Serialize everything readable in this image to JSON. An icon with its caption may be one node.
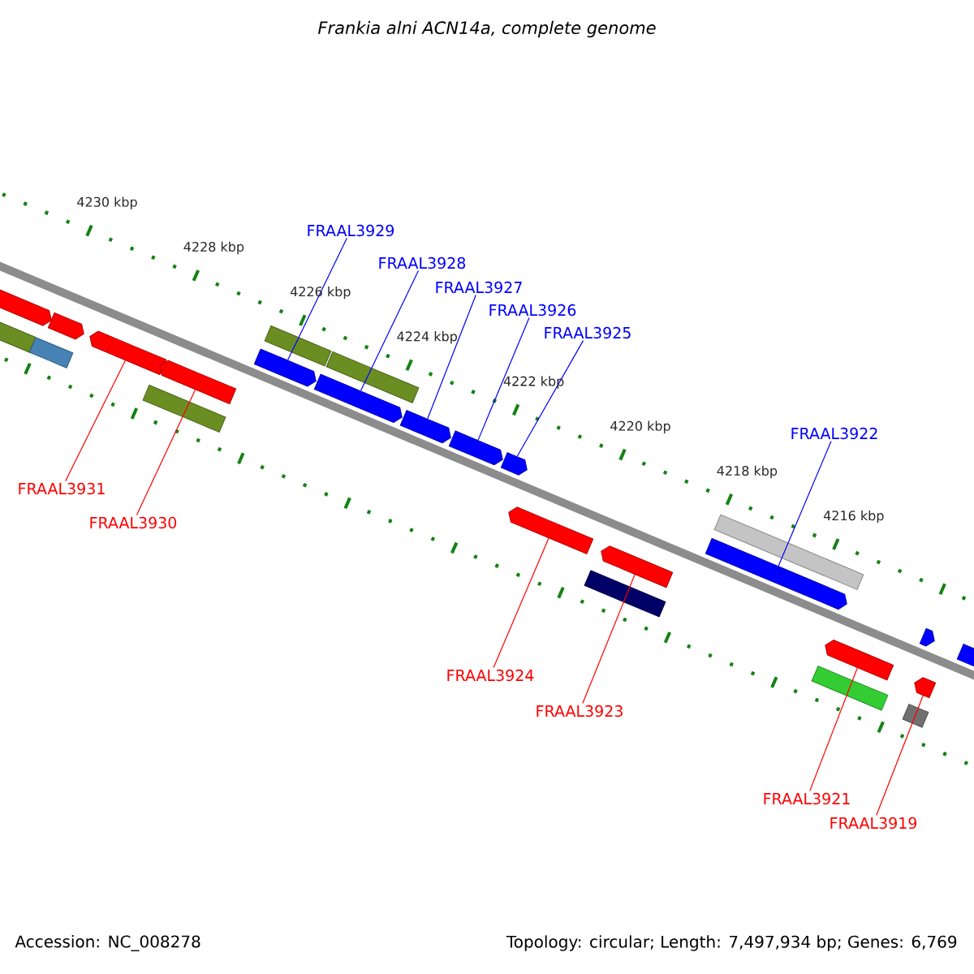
{
  "diagram": {
    "title": "Frankia alni ACN14a, complete genome",
    "nodes": [
      {
        "text": [
          "FRAAL3929"
        ]
      },
      {
        "text": [
          "FRAAL3928"
        ]
      },
      {
        "text": [
          "FRAAL3927"
        ]
      },
      {
        "text": [
          "FRAAL3926"
        ]
      },
      {
        "text": [
          "FRAAL3925"
        ]
      },
      {
        "text": [
          "FRAAL3922"
        ]
      },
      {
        "text": [
          "FRAAL3931"
        ]
      },
      {
        "text": [
          "FRAAL3930"
        ]
      },
      {
        "text": [
          "FRAAL3924"
        ]
      },
      {
        "text": [
          "FRAAL3923"
        ]
      },
      {
        "text": [
          "FRAAL3921"
        ]
      },
      {
        "text": [
          "FRAAL3919"
        ]
      },
      {
        "text": [],
        "shape": "arrow"
      },
      {
        "text": [],
        "shape": "bar"
      },
      {
        "text": [],
        "shape": "arrow"
      },
      {
        "text": [],
        "shape": "bar"
      },
      {
        "text": [],
        "shape": "arrow"
      },
      {
        "text": [],
        "shape": "bar"
      },
      {
        "text": [],
        "shape": "arrow"
      },
      {
        "text": [],
        "shape": "arrow"
      },
      {
        "text": [],
        "shape": "bar"
      },
      {
        "text": [],
        "shape": "arrow"
      },
      {
        "text": [],
        "shape": "bar"
      },
      {
        "text": [],
        "shape": "arrow"
      },
      {
        "text": [],
        "shape": "arrow"
      },
      {
        "text": [],
        "shape": "arrow"
      },
      {
        "text": [],
        "shape": "arrow"
      },
      {
        "text": [],
        "shape": "bar"
      },
      {
        "text": [],
        "shape": "arrow"
      },
      {
        "text": [],
        "shape": "arrow"
      },
      {
        "text": [],
        "shape": "bar"
      },
      {
        "text": [],
        "shape": "bar"
      },
      {
        "text": [],
        "shape": "arrow"
      },
      {
        "text": [],
        "shape": "bar"
      },
      {
        "text": [],
        "shape": "arrow"
      },
      {
        "text": [],
        "shape": "arrow"
      },
      {
        "text": [],
        "shape": "arrow"
      }
    ],
    "edges": [
      {
        "from": 0,
        "to": 19,
        "arrow": "none",
        "color": "#0000ff"
      },
      {
        "from": 1,
        "to": 21,
        "arrow": "none",
        "color": "#0000ff"
      },
      {
        "from": 2,
        "to": 23,
        "arrow": "none",
        "color": "#0000ff"
      },
      {
        "from": 3,
        "to": 24,
        "arrow": "none",
        "color": "#0000ff"
      },
      {
        "from": 4,
        "to": 25,
        "arrow": "none",
        "color": "#0000ff"
      },
      {
        "from": 5,
        "to": 29,
        "arrow": "none",
        "color": "#0000ff"
      },
      {
        "from": 6,
        "to": 16,
        "arrow": "none",
        "color": "#ff0000"
      },
      {
        "from": 7,
        "to": 18,
        "arrow": "none",
        "color": "#ff0000"
      },
      {
        "from": 8,
        "to": 26,
        "arrow": "none",
        "color": "#ff0000"
      },
      {
        "from": 9,
        "to": 28,
        "arrow": "none",
        "color": "#ff0000"
      },
      {
        "from": 10,
        "to": 32,
        "arrow": "none",
        "color": "#ff0000"
      },
      {
        "from": 11,
        "to": 34,
        "arrow": "none",
        "color": "#ff0000"
      }
    ],
    "labels": [
      "4230 kbp",
      "4228 kbp",
      "4226 kbp",
      "4224 kbp",
      "4222 kbp",
      "4220 kbp",
      "4218 kbp",
      "4216 kbp",
      "Accession: NC_008278",
      "Topology: circular; Length: 7,497,934 bp; Genes: 6,769"
    ]
  }
}
